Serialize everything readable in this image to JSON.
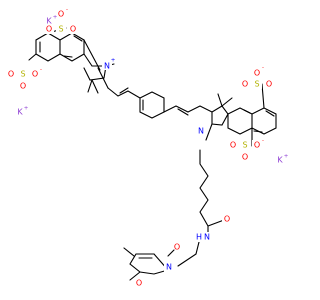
{
  "molecule": {
    "colors": {
      "carbon_bond": "#000000",
      "oxygen": "#ff0000",
      "nitrogen": "#0000ff",
      "sulfur": "#b2b200",
      "potassium": "#8f40d4"
    },
    "counterions": [
      {
        "symbol": "K",
        "charge": "+"
      },
      {
        "symbol": "K",
        "charge": "+"
      },
      {
        "symbol": "K",
        "charge": "+"
      }
    ],
    "atoms": {
      "O": "O",
      "O_minus": "O",
      "minus": "-",
      "plus": "+",
      "S": "S",
      "N": "N",
      "NH": "N",
      "H": "H"
    }
  }
}
